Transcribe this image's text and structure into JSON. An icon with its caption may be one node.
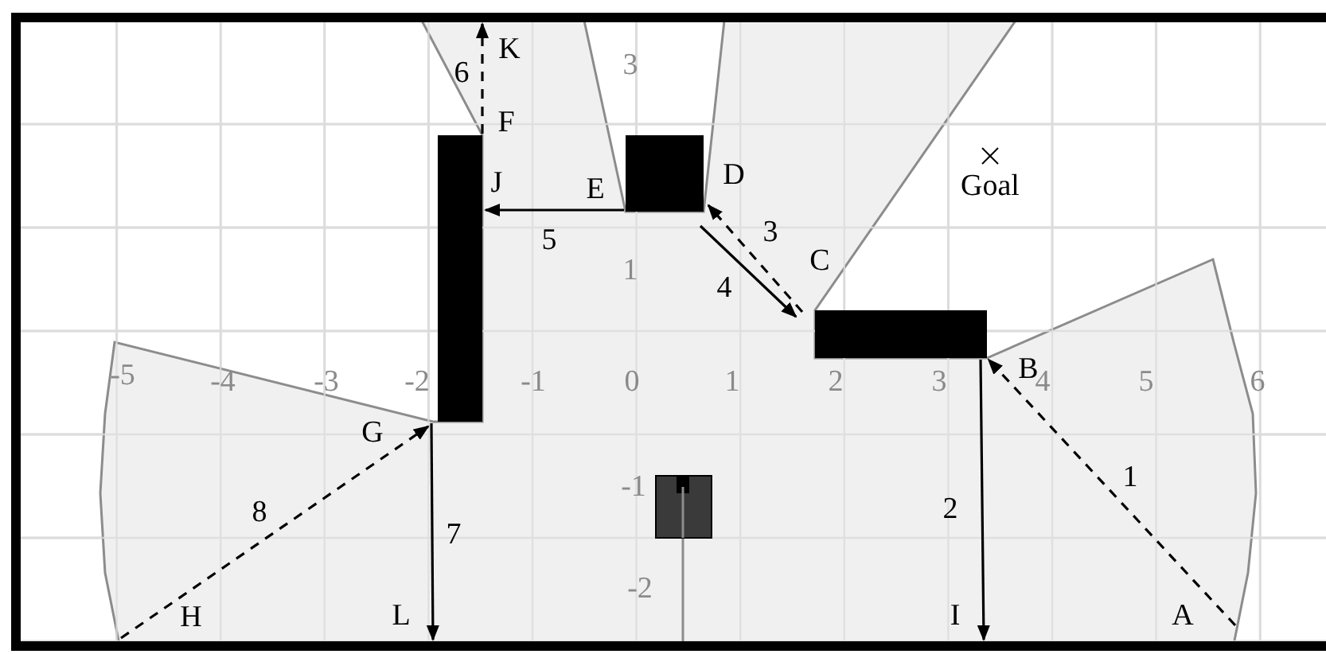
{
  "diagram": {
    "nodes": [
      {
        "text": [
          "A"
        ]
      },
      {
        "text": [
          "B"
        ]
      },
      {
        "text": [
          "C"
        ]
      },
      {
        "text": [
          "D"
        ]
      },
      {
        "text": [
          "E"
        ]
      },
      {
        "text": [
          "F"
        ]
      },
      {
        "text": [
          "G"
        ]
      },
      {
        "text": [
          "H"
        ]
      },
      {
        "text": [
          "I"
        ]
      },
      {
        "text": [
          "J"
        ]
      },
      {
        "text": [
          "K"
        ]
      },
      {
        "text": [
          "L"
        ]
      }
    ],
    "edges": [
      {
        "from": 0,
        "to": 1,
        "arrow": "to",
        "label": "1",
        "style": "dashed"
      },
      {
        "from": 1,
        "to": 8,
        "arrow": "to",
        "label": "2"
      },
      {
        "from": 2,
        "to": 3,
        "arrow": "to",
        "label": "3",
        "style": "dashed"
      },
      {
        "from": 3,
        "to": 2,
        "arrow": "to",
        "label": "4"
      },
      {
        "from": 4,
        "to": 9,
        "arrow": "to",
        "label": "5"
      },
      {
        "from": 5,
        "to": 10,
        "arrow": "to",
        "label": "6",
        "style": "dashed"
      },
      {
        "from": 6,
        "to": 11,
        "arrow": "to",
        "label": "7"
      },
      {
        "from": 7,
        "to": 6,
        "arrow": "to",
        "label": "8",
        "style": "dashed"
      }
    ],
    "labels": [
      "3",
      "Goal",
      "1",
      "-5",
      "-4",
      "-3",
      "-2",
      "-1",
      "0",
      "1",
      "2",
      "3",
      "4",
      "5",
      "6",
      "-1",
      "-2"
    ]
  }
}
